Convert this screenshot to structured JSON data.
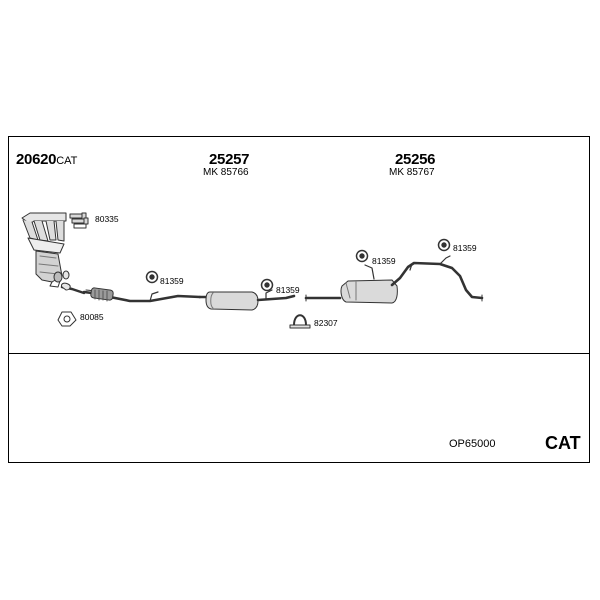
{
  "parts": {
    "manifold": {
      "number": "20620",
      "suffix": "CAT"
    },
    "middle_silencer": {
      "number": "25257",
      "kit": "MK 85766"
    },
    "rear_silencer": {
      "number": "25256",
      "kit": "MK 85767"
    }
  },
  "small_parts": {
    "bolts_manifold": "80335",
    "gasket_front": "80085",
    "rubber_1": "81359",
    "rubber_2": "81359",
    "rubber_3": "81359",
    "rubber_4": "81359",
    "clamp": "82307"
  },
  "footer": {
    "code": "OP65000",
    "badge": "CAT"
  }
}
